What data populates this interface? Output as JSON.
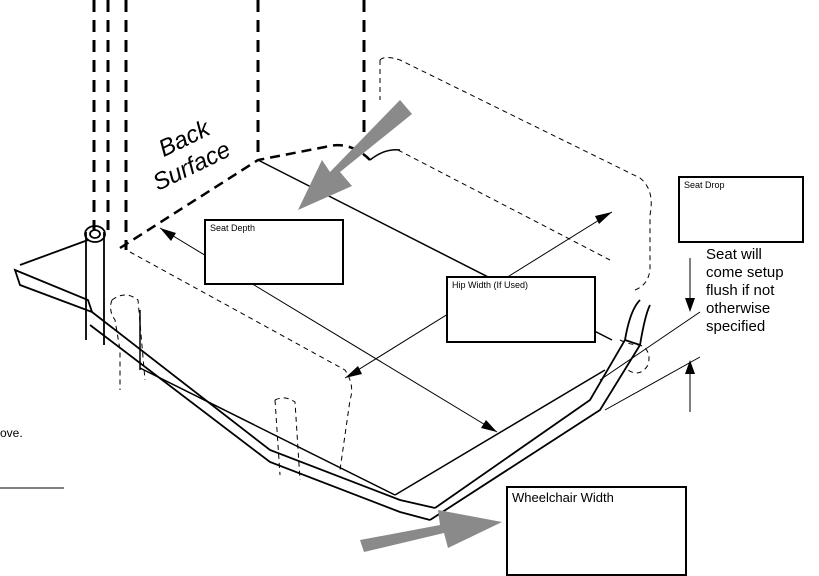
{
  "labels": {
    "back_surface_line1": "Back",
    "back_surface_line2": "Surface",
    "seat_depth": "Seat Depth",
    "hip_width": "Hip Width (If Used)",
    "seat_drop": "Seat Drop",
    "wheelchair_width": "Wheelchair Width",
    "seat_note": [
      "Seat will",
      "come setup",
      "flush if not",
      "otherwise",
      "specified"
    ],
    "left_fragment": "ove."
  },
  "colors": {
    "arrow_fill": "#8a8a8a",
    "line": "#000000"
  }
}
